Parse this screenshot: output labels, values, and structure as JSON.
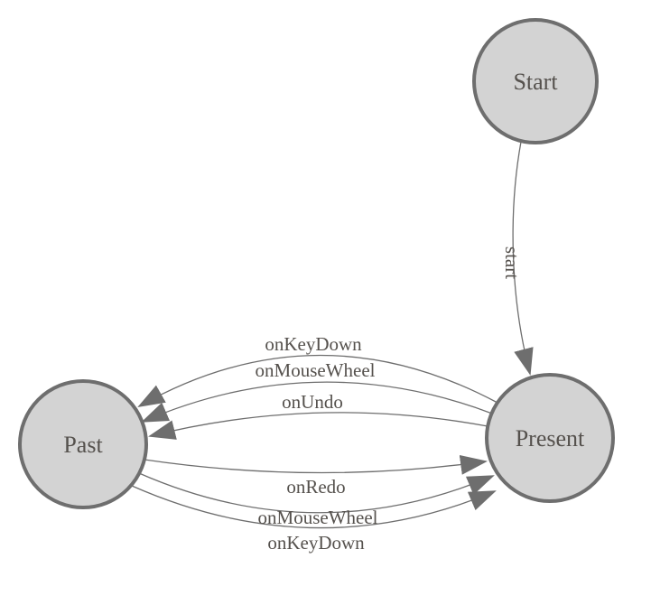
{
  "diagram": {
    "type": "state-machine-graph",
    "background_color": "#ffffff",
    "node_fill_color": "#d3d3d3",
    "node_border_color": "#6e6e6e",
    "edge_color": "#6e6e6e",
    "arrowhead_color": "#6e6e6e",
    "label_color": "#55514d",
    "nodes": [
      {
        "id": "start",
        "label": "Start"
      },
      {
        "id": "present",
        "label": "Present"
      },
      {
        "id": "past",
        "label": "Past"
      }
    ],
    "edges": [
      {
        "from": "start",
        "to": "present",
        "label": "start"
      },
      {
        "from": "present",
        "to": "past",
        "label": "onKeyDown"
      },
      {
        "from": "present",
        "to": "past",
        "label": "onMouseWheel"
      },
      {
        "from": "present",
        "to": "past",
        "label": "onUndo"
      },
      {
        "from": "past",
        "to": "present",
        "label": "onRedo"
      },
      {
        "from": "past",
        "to": "present",
        "label": "onMouseWheel"
      },
      {
        "from": "past",
        "to": "present",
        "label": "onKeyDown"
      }
    ]
  }
}
